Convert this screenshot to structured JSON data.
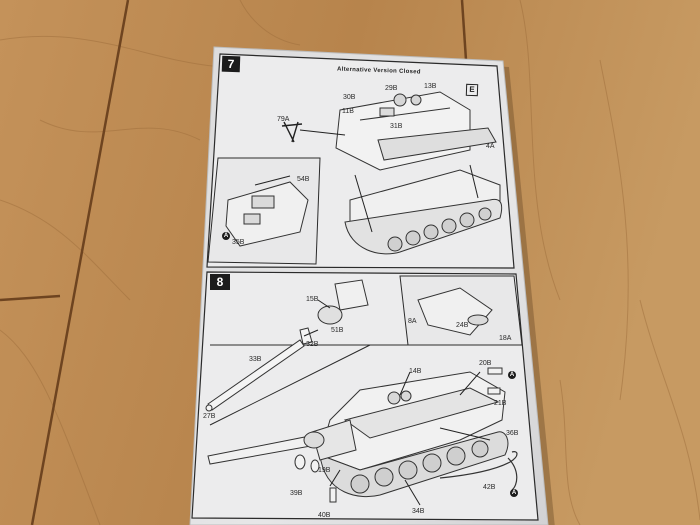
{
  "sheet": {
    "step7": {
      "number": "7",
      "subtitle": "Alternative Version Closed",
      "badge": "E",
      "part_labels": [
        "30B",
        "29B",
        "13B",
        "11B",
        "31B",
        "79A",
        "4A",
        "54B",
        "35B"
      ],
      "callout": "A"
    },
    "step8": {
      "number": "8",
      "part_labels": [
        "15B",
        "51B",
        "8A",
        "24B",
        "18A",
        "32B",
        "33B",
        "27B",
        "14B",
        "20B",
        "21B",
        "36B",
        "19B",
        "39B",
        "40B",
        "34B",
        "42B"
      ],
      "callout": "A"
    }
  },
  "colors": {
    "wood": "#b98a52",
    "paper": "#e9e9ea",
    "ink": "#1c1c1c"
  }
}
